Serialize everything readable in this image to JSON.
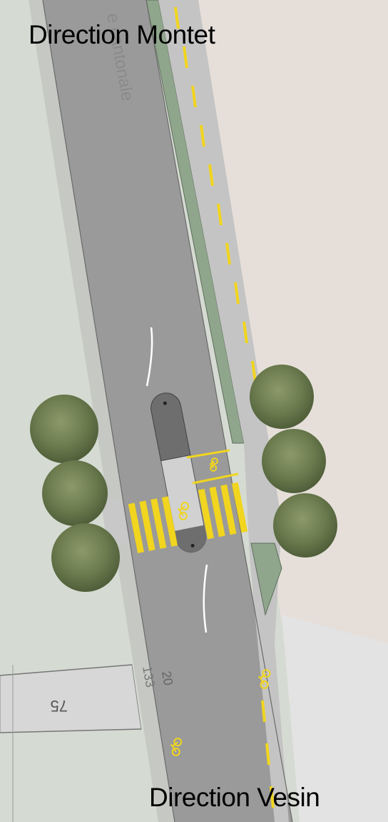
{
  "labels": {
    "direction_top": "Direction Montet",
    "direction_bottom": "Direction Vesin",
    "road_name_fragment": "e cantonale",
    "parcel_number": "75",
    "road_ref_1": "20",
    "road_ref_2": "133"
  },
  "colors": {
    "field_left": "#d5dbd2",
    "field_right": "#e6dfd9",
    "carriageway": "#999999",
    "footpath": "#c4c4c4",
    "verge": "#8fa68c",
    "marking_yellow": "#f1d51e",
    "island": "#d1d1d1",
    "island_cap": "#6e6e6e",
    "tree": "#6b7b4e"
  },
  "icons": {
    "bicycle_symbol": "bicycle-icon",
    "tree_symbol": "tree-icon"
  }
}
